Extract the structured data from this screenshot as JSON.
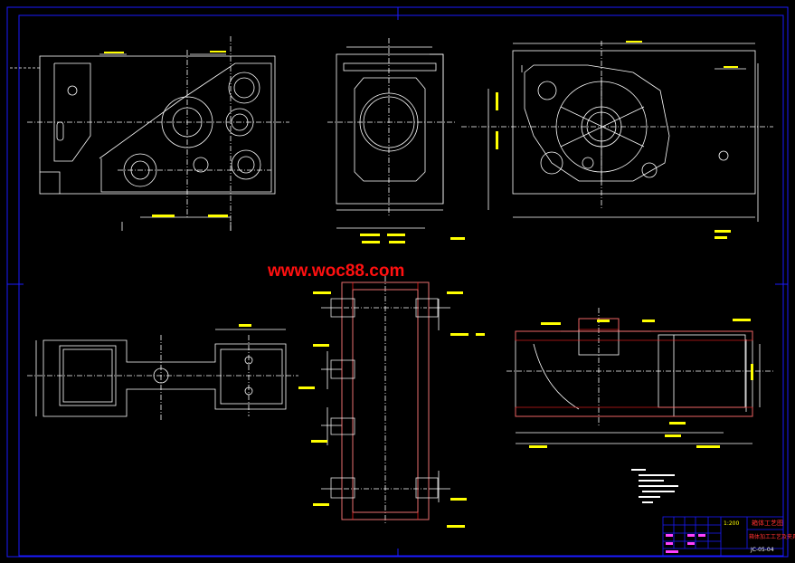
{
  "watermark": {
    "text": "www.woc88.com"
  },
  "title_block": {
    "name_line": "箱体工艺图",
    "subtitle_line": "箱体加工工艺及夹具设计",
    "scale": "1:200",
    "code": "JC-05-04"
  },
  "colors": {
    "background": "#000000",
    "frame": "#1a1aff",
    "geometry": "#ffffff",
    "dimension": "#ffffff",
    "hatch_red": "#ff2020",
    "watermark": "#ff1010",
    "title_yellow": "#ffff00",
    "title_magenta": "#ff40ff"
  }
}
